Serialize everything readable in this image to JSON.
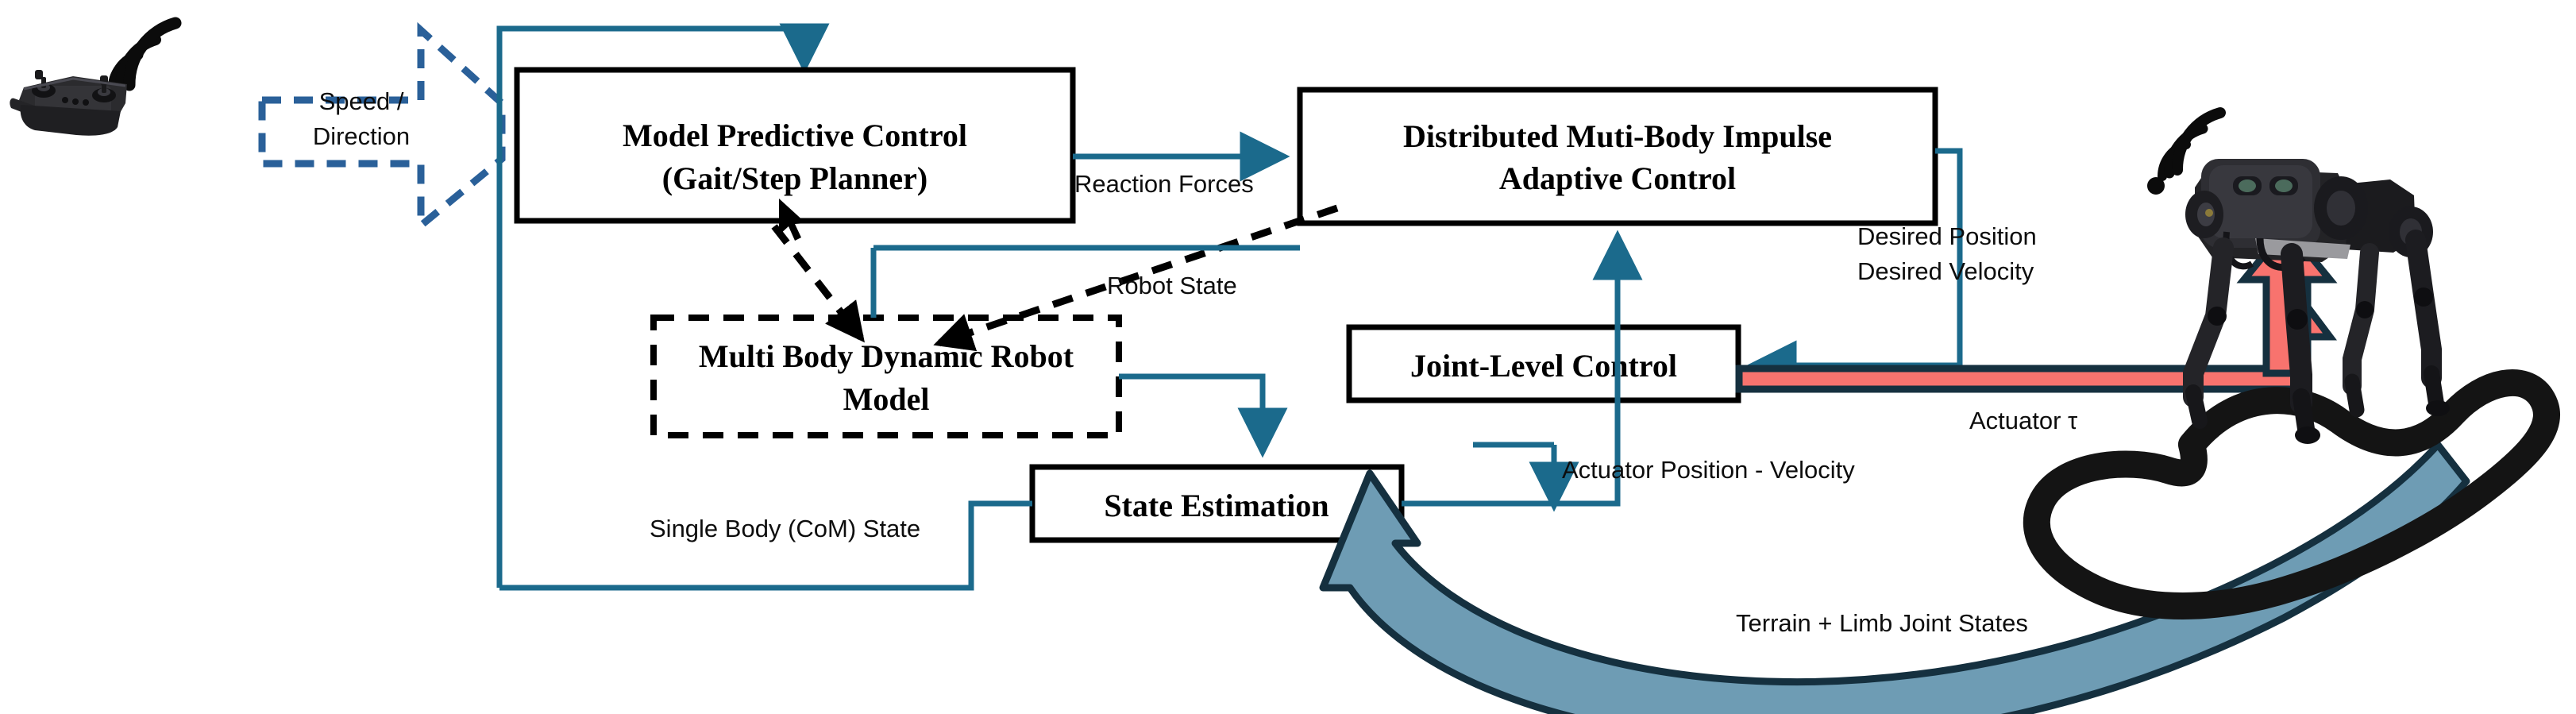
{
  "diagram": {
    "title": "Quadruped Robot Control Architecture",
    "colors": {
      "teal": "#1b6a8c",
      "dashed_blue": "#2a6099",
      "red_arrow": "#f8736e",
      "red_arrow_outline": "#15303f",
      "steel_arrow_fill": "#6e9cb4",
      "steel_arrow_outline": "#15303f",
      "box_stroke": "#000000",
      "background": "#ffffff"
    }
  },
  "blocks": {
    "mpc": {
      "line1": "Model Predictive Control",
      "line2": "(Gait/Step Planner)",
      "style": "solid"
    },
    "dmbiac": {
      "line1": "Distributed Muti-Body Impulse",
      "line2": "Adaptive Control",
      "style": "solid"
    },
    "robot_model": {
      "line1": "Multi Body Dynamic Robot",
      "line2": "Model",
      "style": "dashed"
    },
    "joint_level": {
      "line1": "Joint-Level Control",
      "style": "solid"
    },
    "state_estimation": {
      "line1": "State Estimation",
      "style": "solid"
    }
  },
  "edge_labels": {
    "speed_direction_l1": "Speed /",
    "speed_direction_l2": "Direction",
    "reaction_forces": "Reaction Forces",
    "robot_state": "Robot State",
    "desired_position": "Desired Position",
    "desired_velocity": "Desired Velocity",
    "actuator_tau": "Actuator τ",
    "actuator_pos_vel": "Actuator Position - Velocity",
    "single_body_com_state": "Single Body (CoM) State",
    "terrain_limb_joint_states": "Terrain + Limb Joint States"
  },
  "images": {
    "gamepad": "remote-controller",
    "gamepad_signal": "wifi-signal-icon",
    "robot": "quadruped-robot",
    "robot_signal": "wifi-signal-icon",
    "terrain": "uneven-terrain-line"
  }
}
